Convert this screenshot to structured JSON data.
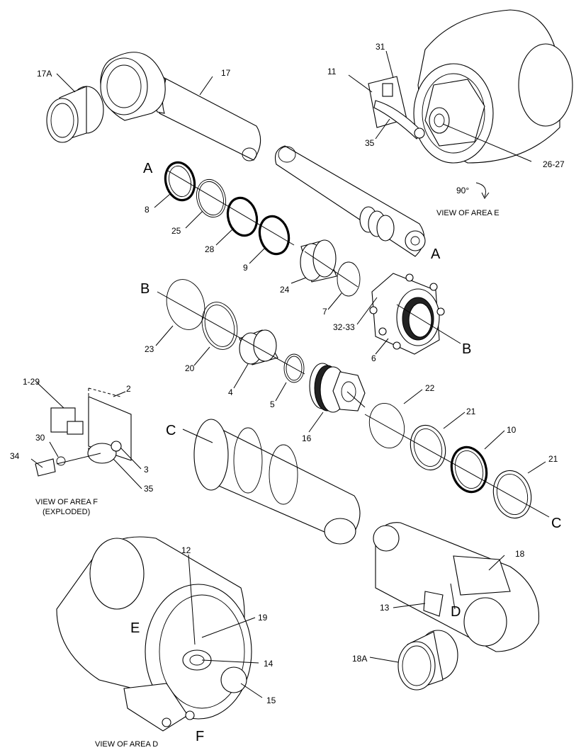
{
  "callouts": {
    "c17a": "17A",
    "c17": "17",
    "c31": "31",
    "c11": "11",
    "c35a": "35",
    "c2627": "26-27",
    "c8": "8",
    "c25": "25",
    "c28": "28",
    "c9": "9",
    "c24": "24",
    "c7": "7",
    "c3233": "32-33",
    "c6": "6",
    "c23": "23",
    "c20": "20",
    "c4": "4",
    "c5": "5",
    "c22": "22",
    "c16": "16",
    "c21a": "21",
    "c10": "10",
    "c21b": "21",
    "c129": "1-29",
    "c2": "2",
    "c30": "30",
    "c34": "34",
    "c3": "3",
    "c35b": "35",
    "c12": "12",
    "c19": "19",
    "c14": "14",
    "c15": "15",
    "c18": "18",
    "c13": "13",
    "c18a": "18A"
  },
  "letters": {
    "a1": "A",
    "a2": "A",
    "b1": "B",
    "b2": "B",
    "c1": "C",
    "c2": "C",
    "d": "D",
    "e": "E",
    "f": "F"
  },
  "rotation": "90°",
  "captions": {
    "view_e": "VIEW OF AREA E",
    "view_f_line1": "VIEW OF AREA F",
    "view_f_line2": "(EXPLODED)",
    "view_d": "VIEW OF AREA D"
  }
}
